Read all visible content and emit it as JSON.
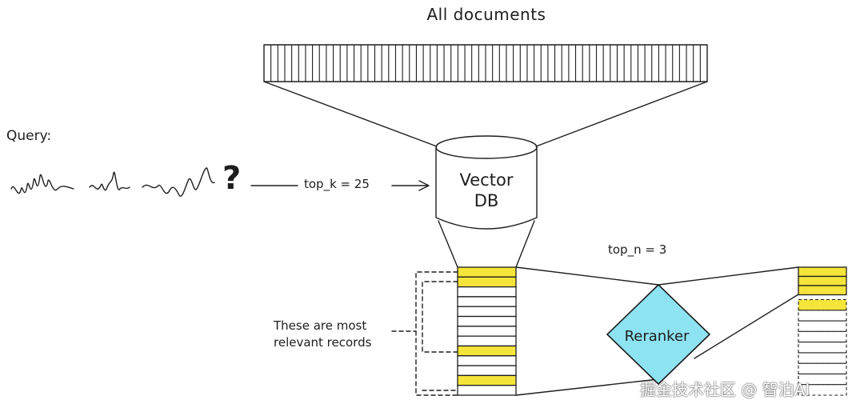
{
  "title": "All documents",
  "query_label": "Query:",
  "query_glyph": "?",
  "top_k_label": "top_k = 25",
  "vector_db_line1": "Vector",
  "vector_db_line2": "DB",
  "top_n_label": "top_n = 3",
  "note_line1": "These are most",
  "note_line2": "relevant records",
  "reranker_label": "Reranker",
  "watermark": "掘金技术社区 @ 智泊AI",
  "colors": {
    "ink": "#1e1e1e",
    "highlight": "#f5e43a",
    "reranker_fill": "#8ee3f2"
  },
  "all_documents_count": 64,
  "retrieved_rows": {
    "count": 13,
    "highlighted_rows": [
      1,
      2,
      9,
      12
    ]
  },
  "reranked_rows": {
    "solid_count": 3,
    "dashed_count": 9,
    "highlighted_dashed_rows": [
      1
    ]
  }
}
